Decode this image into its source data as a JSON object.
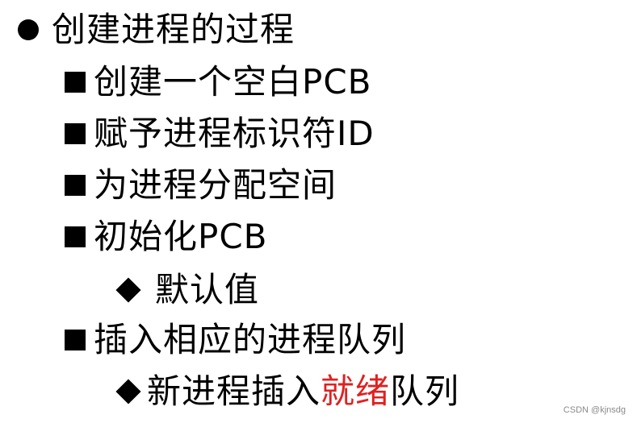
{
  "outline": {
    "title": "创建进程的过程",
    "item1": "创建一个空白PCB",
    "item2": "赋予进程标识符ID",
    "item3": "为进程分配空间",
    "item4": "初始化PCB",
    "item4_sub1": "默认值",
    "item5": "插入相应的进程队列",
    "item5_sub1_before": "新进程插入",
    "item5_sub1_highlight": "就绪",
    "item5_sub1_after": "队列"
  },
  "highlight_color": "#e02020",
  "watermark": "CSDN @kjnsdg",
  "icons": {
    "level0_bullet": "filled-circle-icon",
    "level1_bullet": "filled-square-icon",
    "level2_bullet": "filled-diamond-icon"
  }
}
